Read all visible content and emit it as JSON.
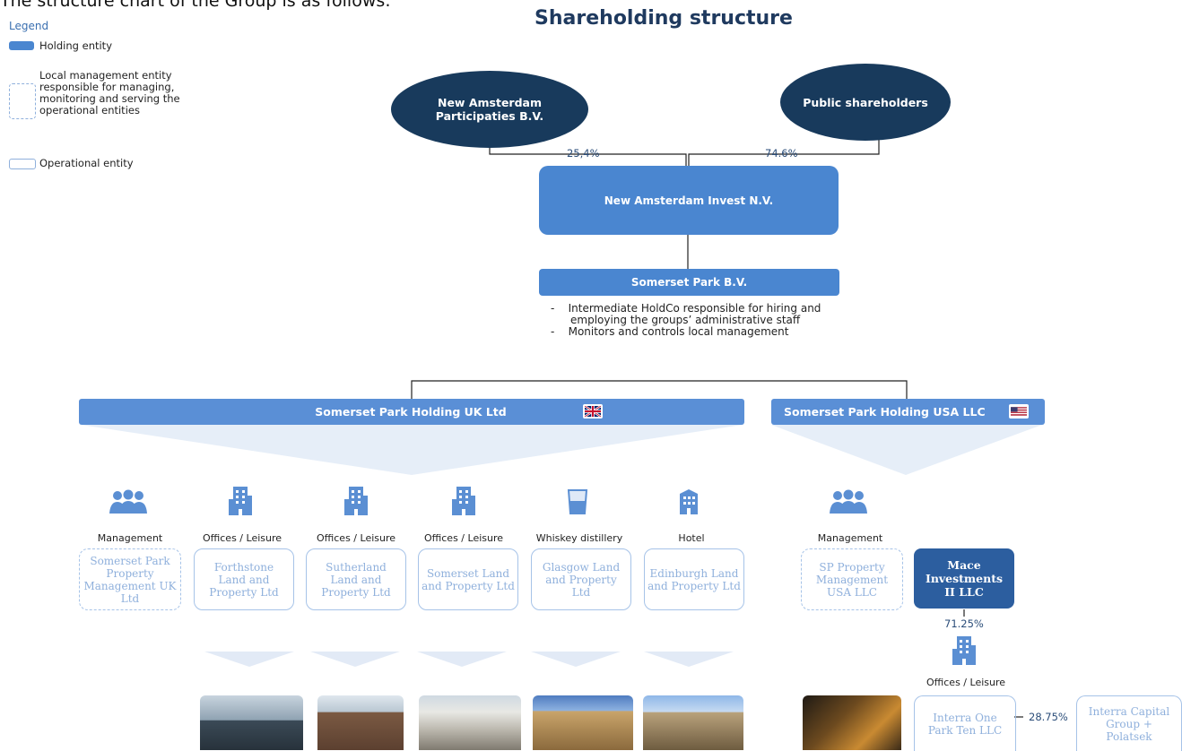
{
  "intro_text": "The structure chart of the Group is as follows:",
  "title": "Shareholding structure",
  "legend": {
    "heading": "Legend",
    "items": [
      {
        "label": "Holding entity"
      },
      {
        "label": "Local management entity responsible for managing, monitoring and serving the operational entities"
      },
      {
        "label": "Operational entity"
      }
    ]
  },
  "shareholders": [
    {
      "name": "New Amsterdam Participaties B.V.",
      "pct": "25,4%"
    },
    {
      "name": "Public shareholders",
      "pct": "74.6%"
    }
  ],
  "invest": {
    "name": "New Amsterdam Invest N.V."
  },
  "somerset_bv": {
    "name": "Somerset Park B.V.",
    "notes": [
      "Intermediate HoldCo responsible for hiring and employing the groups’ administrative staff",
      "Monitors and controls local management"
    ]
  },
  "uk_holding": {
    "name": "Somerset Park Holding UK Ltd",
    "flag": "uk-flag-icon"
  },
  "us_holding": {
    "name": "Somerset Park Holding USA LLC",
    "flag": "us-flag-icon"
  },
  "uk_entities": [
    {
      "category": "Management",
      "icon": "people-icon",
      "name": "Somerset Park Property Management UK Ltd",
      "kind": "management"
    },
    {
      "category": "Offices / Leisure",
      "icon": "building-icon",
      "name": "Forthstone Land and Property Ltd",
      "kind": "operational"
    },
    {
      "category": "Offices / Leisure",
      "icon": "building-icon",
      "name": "Sutherland Land and Property Ltd",
      "kind": "operational"
    },
    {
      "category": "Offices / Leisure",
      "icon": "building-icon",
      "name": "Somerset Land and Property Ltd",
      "kind": "operational"
    },
    {
      "category": "Whiskey distillery",
      "icon": "whiskey-glass-icon",
      "name": "Glasgow Land and Property Ltd",
      "kind": "operational"
    },
    {
      "category": "Hotel",
      "icon": "hotel-icon",
      "name": "Edinburgh Land and Property Ltd",
      "kind": "operational"
    }
  ],
  "us_entities": {
    "management": {
      "category": "Management",
      "icon": "people-icon",
      "name": "SP Property Management USA LLC"
    },
    "mace": {
      "name": "Mace Investments II LLC",
      "pct": "71.25%"
    },
    "interra_one": {
      "category": "Offices / Leisure",
      "icon": "building-icon",
      "name": "Interra One Park Ten LLC",
      "pct": "28.75%"
    },
    "interra_capital": {
      "name": "Interra Capital Group + Polatsek"
    }
  },
  "colors": {
    "navy": "#183a5c",
    "holding": "#4a86d0",
    "mace": "#2c5e9f",
    "light_border": "#a6c3e8"
  }
}
